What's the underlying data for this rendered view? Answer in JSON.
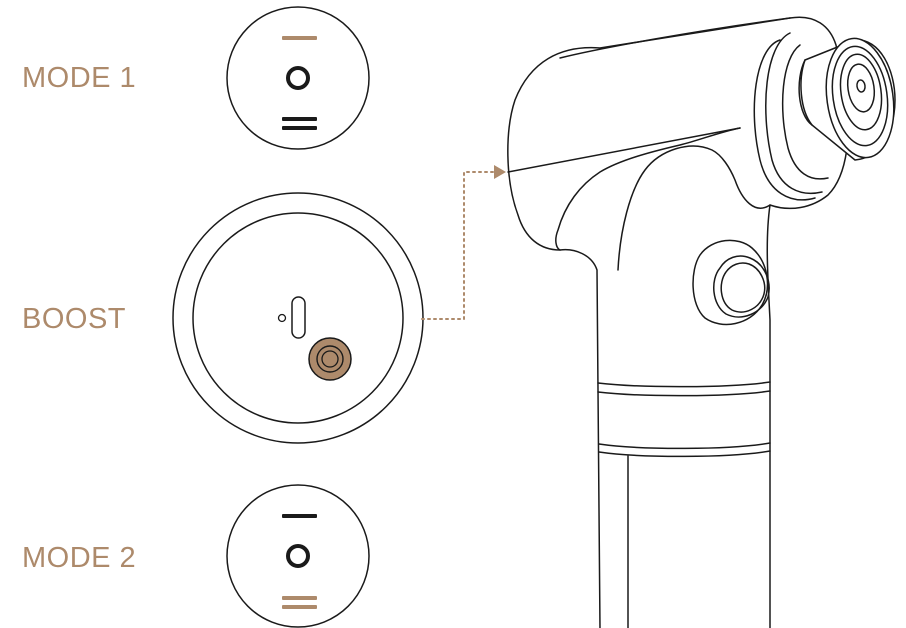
{
  "labels": {
    "mode1": "MODE 1",
    "boost": "BOOST",
    "mode2": "MODE 2"
  },
  "colors": {
    "accent": "#ad8a6b",
    "line": "#1a1a1a",
    "background": "#ffffff"
  },
  "icons": {
    "mode1": [
      "single-line-icon-accent",
      "circle-icon",
      "double-line-icon"
    ],
    "boost": [
      "switch-slot-icon",
      "boost-button-icon-accent"
    ],
    "mode2": [
      "single-line-icon",
      "circle-icon",
      "double-line-icon-accent"
    ],
    "device": "massage-gun-illustration"
  }
}
